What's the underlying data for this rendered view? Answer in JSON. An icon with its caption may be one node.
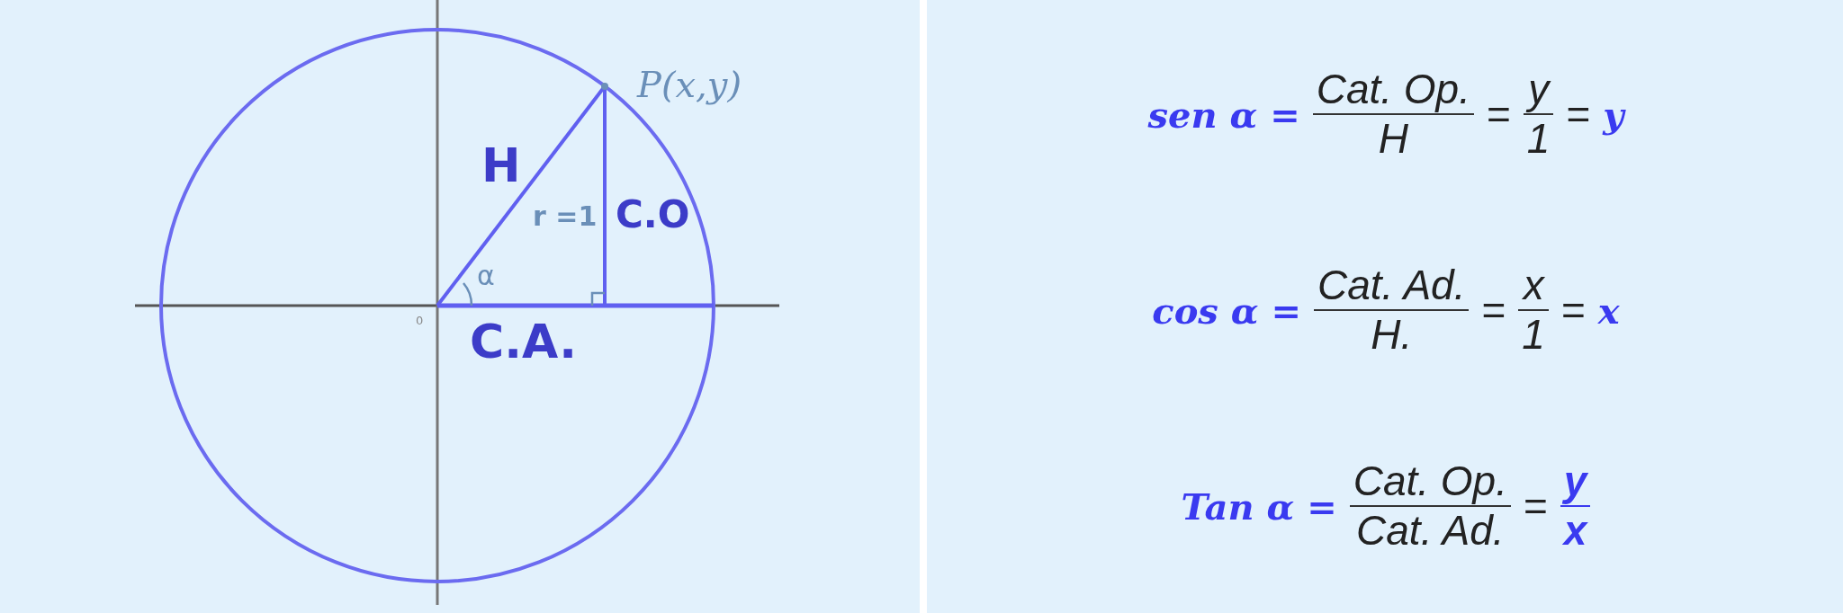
{
  "diagram": {
    "labels": [
      "P(x,y)",
      "H",
      "r =1",
      "C.O",
      "α",
      "0",
      "C.A.",
      "sen α =",
      "Cat. Op.",
      "H",
      "=",
      "y",
      "1",
      "=",
      "y",
      "cos α =",
      "Cat. Ad.",
      "H.",
      "=",
      "x",
      "1",
      "=",
      "x",
      "Tan α =",
      "Cat. Op.",
      "Cat. Ad.",
      "=",
      "y",
      "x"
    ]
  }
}
